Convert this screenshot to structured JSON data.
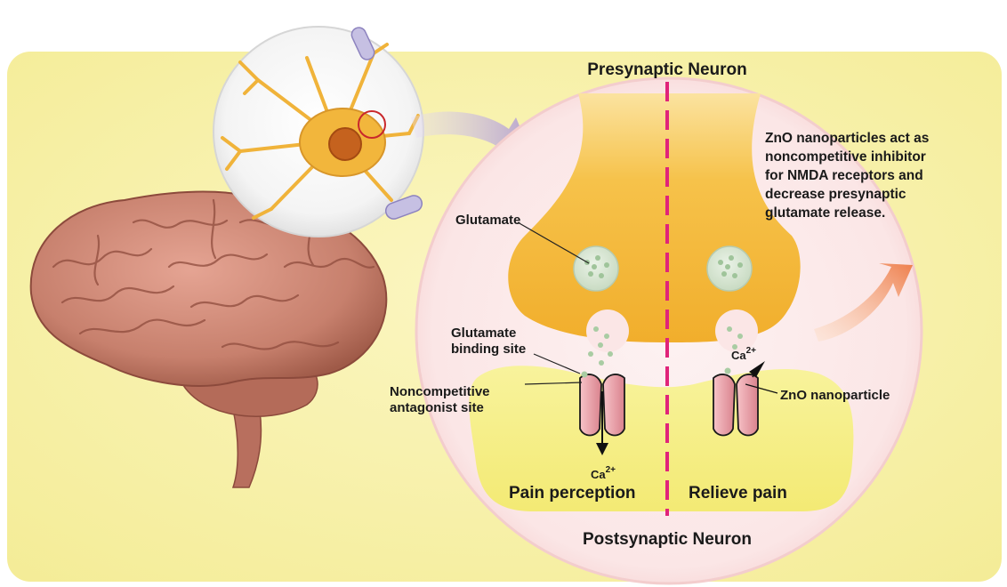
{
  "labels": {
    "presynaptic": "Presynaptic Neuron",
    "postsynaptic": "Postsynaptic Neuron",
    "glutamate": "Glutamate",
    "binding_site_line1": "Glutamate",
    "binding_site_line2": "binding site",
    "antagonist_line1": "Noncompetitive",
    "antagonist_line2": "antagonist site",
    "calcium_base": "Ca",
    "calcium_charge": "2+",
    "pain_perception": "Pain perception",
    "relieve_pain": "Relieve pain",
    "zno_nanoparticle": "ZnO nanoparticle"
  },
  "description_lines": [
    "ZnO nanoparticles act as",
    "noncompetitive inhibitor",
    "for NMDA receptors and",
    "decrease presynaptic",
    "glutamate release."
  ],
  "colors": {
    "background_panel": "#f7f1a8",
    "synapse_circle": "#fbe6e6",
    "presynaptic_terminal": "#f4b63a",
    "postsynaptic_membrane": "#f6f08a",
    "divider": "#e0247a",
    "receptor": "#e8a0a8",
    "brain": "#c98270",
    "neuron": "#f0b73e",
    "arrow_left": "#b9a6d6",
    "arrow_right": "#f08a5a"
  }
}
